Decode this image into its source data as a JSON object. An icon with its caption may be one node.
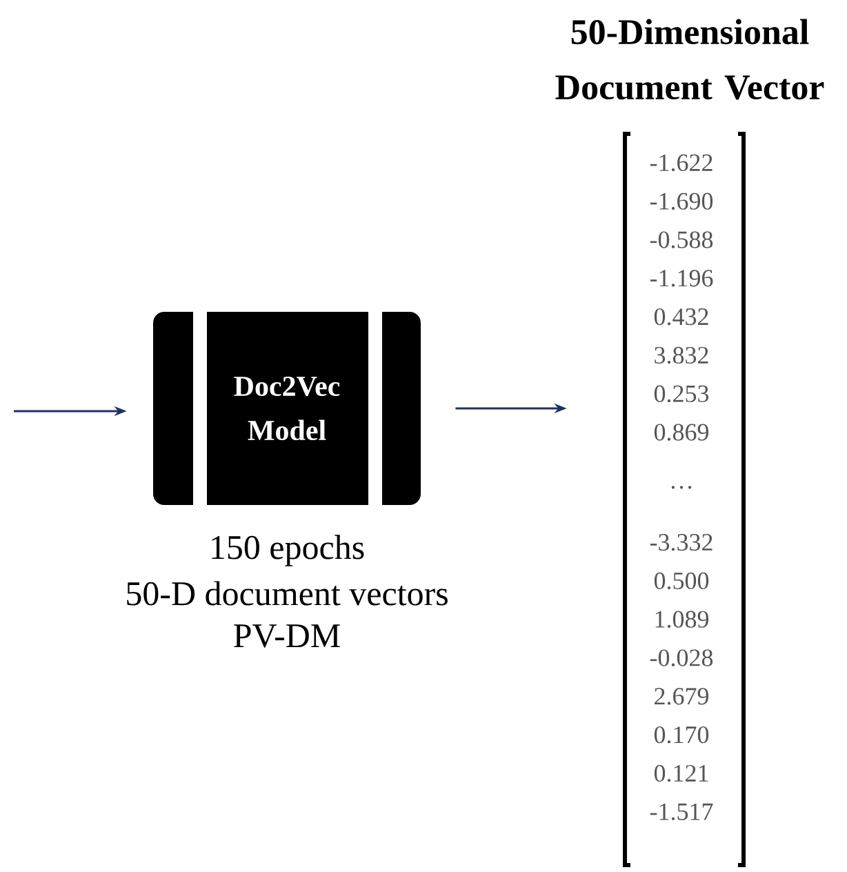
{
  "diagram": {
    "title": "50-Dimensional Document Vector",
    "nodes": [
      {
        "text": [
          "Doc2Vec Model"
        ],
        "beside": [
          "150 epochs",
          "50-D document vectors",
          "PV-DM"
        ]
      },
      {
        "text": [
          "-1.622",
          "-1.690",
          "-0.588",
          "-1.196",
          "0.432",
          "3.832",
          "0.253",
          "0.869",
          "…",
          "-3.332",
          "0.500",
          "1.089",
          "-0.028",
          "2.679",
          "0.170",
          "0.121",
          "-1.517"
        ]
      }
    ],
    "edges": [
      {
        "from": null,
        "to": 0,
        "arrow": "to"
      },
      {
        "from": 0,
        "to": 1,
        "arrow": "to"
      }
    ]
  }
}
